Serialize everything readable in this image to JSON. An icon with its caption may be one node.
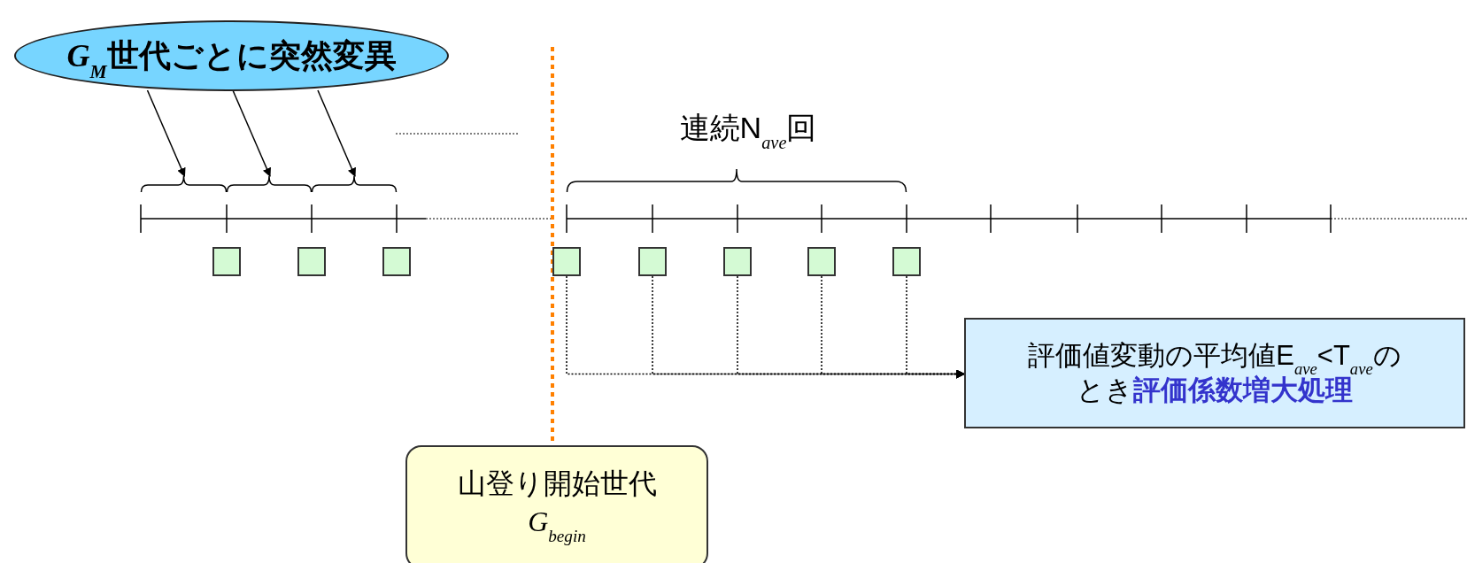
{
  "diagram": {
    "nodes": [
      {
        "text": [
          "*G*$_{M}$世代ごとに突然変異"
        ]
      },
      {
        "text": [],
        "shape": "brace"
      },
      {
        "text": [],
        "shape": "brace"
      },
      {
        "text": [],
        "shape": "brace"
      },
      {
        "text": [],
        "shape": "box"
      },
      {
        "text": [],
        "shape": "box"
      },
      {
        "text": [],
        "shape": "box"
      },
      {
        "text": [],
        "shape": "box"
      },
      {
        "text": [],
        "shape": "box"
      },
      {
        "text": [],
        "shape": "box"
      },
      {
        "text": [],
        "shape": "box"
      },
      {
        "text": [],
        "shape": "box"
      },
      {
        "text": [
          "評価値変動の平均値E$_{ave}$<T$_{ave}$のとき**評価係数増大処理**"
        ]
      },
      {
        "text": [
          "山登り開始世代",
          "*G*$_{begin}$"
        ]
      }
    ],
    "edges": [
      {
        "from": 0,
        "to": 1,
        "arrow": "to"
      },
      {
        "from": 0,
        "to": 2,
        "arrow": "to"
      },
      {
        "from": 0,
        "to": 3,
        "arrow": "to"
      },
      {
        "from": 7,
        "to": 12,
        "arrow": "to",
        "style": "dashed"
      },
      {
        "from": 8,
        "to": 12,
        "arrow": "to",
        "style": "dashed"
      },
      {
        "from": 9,
        "to": 12,
        "arrow": "to",
        "style": "dashed"
      },
      {
        "from": 10,
        "to": 12,
        "arrow": "to",
        "style": "dashed"
      },
      {
        "from": 11,
        "to": 12,
        "arrow": "to",
        "style": "dashed"
      },
      {
        "from": null,
        "to": 13,
        "arrow": "none",
        "style": "dashed",
        "color": "#ff8000"
      }
    ],
    "labels": [
      "連続N$_{ave}$回"
    ]
  }
}
